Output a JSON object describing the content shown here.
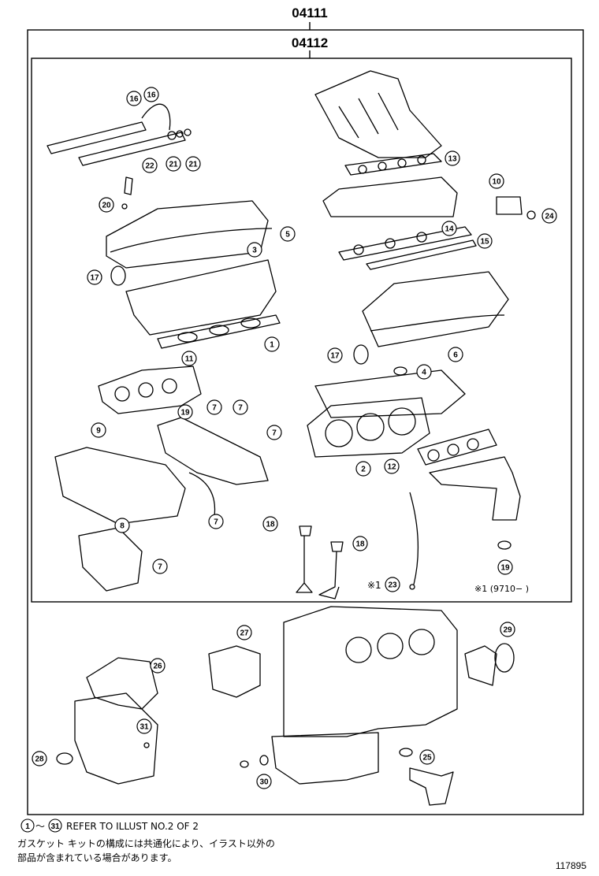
{
  "codes": {
    "outer": "04111",
    "inner": "04112"
  },
  "callouts": [
    {
      "n": "16"
    },
    {
      "n": "16"
    },
    {
      "n": "22"
    },
    {
      "n": "21"
    },
    {
      "n": "21"
    },
    {
      "n": "20"
    },
    {
      "n": "13"
    },
    {
      "n": "10"
    },
    {
      "n": "24"
    },
    {
      "n": "14"
    },
    {
      "n": "15"
    },
    {
      "n": "5"
    },
    {
      "n": "3"
    },
    {
      "n": "17"
    },
    {
      "n": "1"
    },
    {
      "n": "17"
    },
    {
      "n": "6"
    },
    {
      "n": "4"
    },
    {
      "n": "11"
    },
    {
      "n": "19"
    },
    {
      "n": "7"
    },
    {
      "n": "7"
    },
    {
      "n": "7"
    },
    {
      "n": "9"
    },
    {
      "n": "2"
    },
    {
      "n": "12"
    },
    {
      "n": "7"
    },
    {
      "n": "8"
    },
    {
      "n": "7"
    },
    {
      "n": "18"
    },
    {
      "n": "18"
    },
    {
      "n": "19"
    },
    {
      "n": "23"
    },
    {
      "n": "27"
    },
    {
      "n": "29"
    },
    {
      "n": "26"
    },
    {
      "n": "31"
    },
    {
      "n": "28"
    },
    {
      "n": "25"
    },
    {
      "n": "30"
    }
  ],
  "note_mark": "※1",
  "note_range": "※1 (9710−      )",
  "footer": {
    "range_start": "1",
    "range_end": "31",
    "refer_text": "REFER TO ILLUST NO.2 OF 2",
    "jp_line1": "ガスケット キットの構成には共通化により、イラスト以外の",
    "jp_line2": "部品が含まれている場合があります。"
  },
  "figure_number": "117895"
}
